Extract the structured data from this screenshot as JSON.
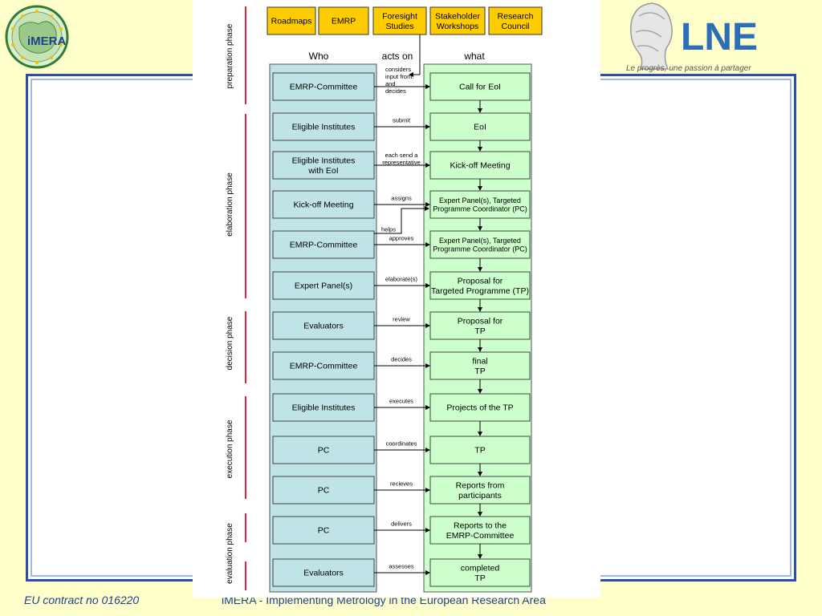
{
  "footer": {
    "contract": "EU contract no 016220",
    "project": "iMERA - Implementing Metrology in the European Research Area"
  },
  "logos": {
    "left_text": "iMERA",
    "right_text": "LNE",
    "right_tagline": "Le progrès, une passion à partager"
  },
  "colors": {
    "input_box": "#FFCC00",
    "who_column": "#BFE3E6",
    "what_column": "#CCFFCC",
    "phase_bar": "#E8203A",
    "frame": "#2C4EA5",
    "background": "#FFFFCC"
  },
  "diagram": {
    "inputs": [
      "Roadmaps",
      "EMRP",
      "Foresight\nStudies",
      "Stakeholder\nWorkshops",
      "Research\nCouncil"
    ],
    "headers": {
      "who": "Who",
      "acts_on": "acts on",
      "what": "what"
    },
    "considers": "considers\ninput from:\nand\ndecides",
    "phases": [
      {
        "label": "preparation phase"
      },
      {
        "label": "elaboration phase"
      },
      {
        "label": "decision phase"
      },
      {
        "label": "execution phase"
      },
      {
        "label": "evaluation phase"
      }
    ],
    "rows": [
      {
        "who": "EMRP-Committee",
        "verb": "",
        "what": "Call for EoI"
      },
      {
        "who": "Eligible Institutes",
        "verb": "submit",
        "what": "EoI"
      },
      {
        "who": "Eligible Institutes\nwith EoI",
        "verb": "each send a\nrepresentative",
        "what": "Kick-off Meeting"
      },
      {
        "who": "Kick-off Meeting",
        "verb": "assigns",
        "what": "Expert Panel(s), Targeted\nProgramme Coordinator (PC)"
      },
      {
        "who": "EMRP-Committee",
        "verb": "approves",
        "what": "Expert Panel(s), Targeted\nProgramme Coordinator (PC)"
      },
      {
        "who": "Expert Panel(s)",
        "verb": "elaborate(s)",
        "what": "Proposal for\nTargeted Programme (TP)"
      },
      {
        "who": "Evaluators",
        "verb": "review",
        "what": "Proposal for\nTP"
      },
      {
        "who": "EMRP-Committee",
        "verb": "decides",
        "what": "final\nTP"
      },
      {
        "who": "Eligible Institutes",
        "verb": "executes",
        "what": "Projects of the TP"
      },
      {
        "who": "PC",
        "verb": "coordinates",
        "what": "TP"
      },
      {
        "who": "PC",
        "verb": "recieves",
        "what": "Reports from\nparticipants"
      },
      {
        "who": "PC",
        "verb": "delivers",
        "what": "Reports to the\nEMRP-Committee"
      },
      {
        "who": "Evaluators",
        "verb": "assesses",
        "what": "completed\nTP"
      }
    ],
    "helps": "helps"
  }
}
